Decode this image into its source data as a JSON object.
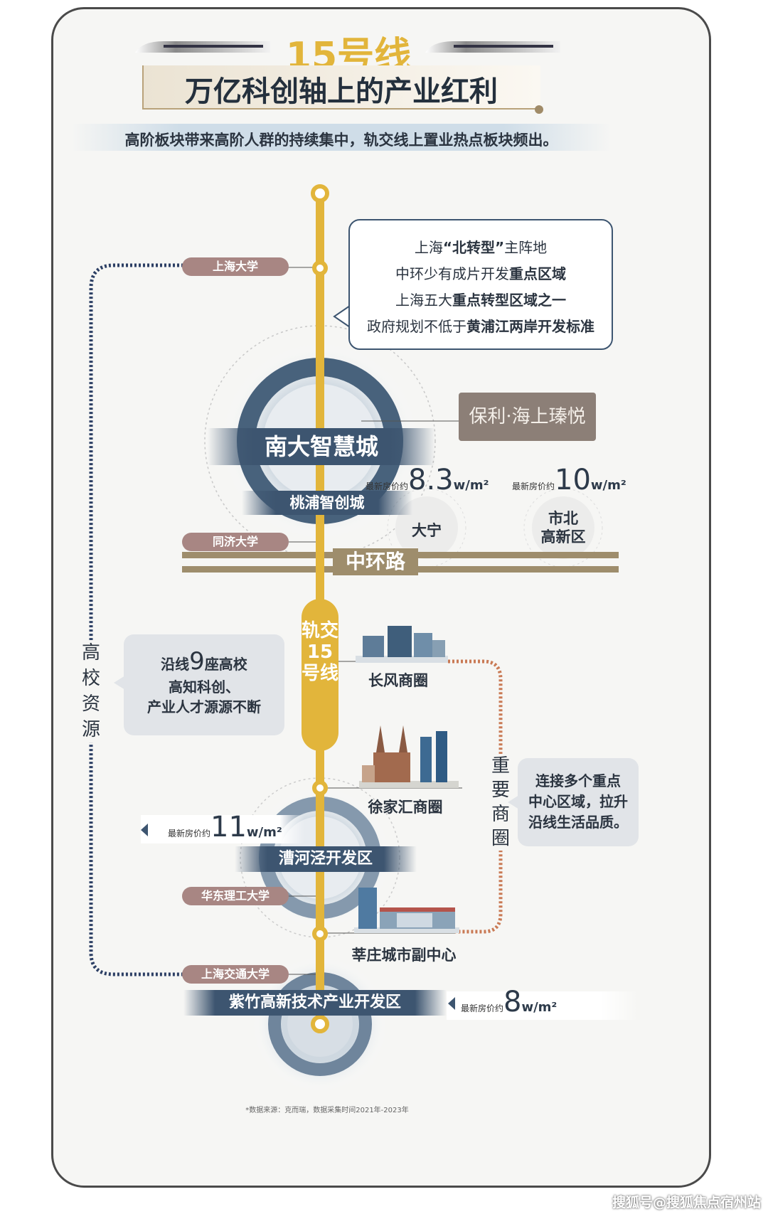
{
  "header": {
    "line_title": "15号线",
    "main_title": "万亿科创轴上的产业红利",
    "subtitle": "高阶板块带来高阶人群的持续集中，轨交线上置业热点板块频出。"
  },
  "top_box": {
    "line1_a": "上海",
    "line1_b": "“北转型”",
    "line1_c": "主阵地",
    "line2_a": "中环少有成片开发",
    "line2_b": "重点区域",
    "line3_a": "上海五大",
    "line3_b": "重点转型区域之一",
    "line4_a": "政府规划不低于",
    "line4_b": "黄浦江两岸开发标准"
  },
  "brand": "保利·海上瑧悦",
  "zones": {
    "nanda": "南大智慧城",
    "taopu": "桃浦智创城",
    "daning": "大宁",
    "shibei": "市北\n高新区",
    "caohejing": "漕河泾开发区",
    "zizhu": "紫竹高新技术产业开发区"
  },
  "prices": {
    "label": "最新房价约",
    "daning": "8.3",
    "shibei": "10",
    "caohejing": "11",
    "zizhu": "8",
    "unit": "w/m²"
  },
  "universities": [
    "上海大学",
    "同济大学",
    "华东理工大学",
    "上海交通大学"
  ],
  "ring_road": "中环路",
  "metro_label": "轨交15号线",
  "left_vertical": "高校资源",
  "left_bubble": {
    "a": "沿线",
    "num": "9",
    "b": "座高校",
    "line2": "高知科创、",
    "line3": "产业人才源源不断"
  },
  "districts": [
    "长风商圈",
    "徐家汇商圈",
    "莘庄城市副中心"
  ],
  "right_vertical": "重要商圈",
  "right_bubble": {
    "line1": "连接多个重点",
    "line2": "中心区域，拉升",
    "line3": "沿线生活品质。"
  },
  "footnote": "*数据来源：克而瑞，数据采集时间2021年-2023年",
  "watermark": "搜狐号@搜狐焦点宿州站",
  "colors": {
    "metro": "#e2b53b",
    "navy": "#3d5570",
    "mauve": "#a88683",
    "road": "#9e8d6c"
  }
}
